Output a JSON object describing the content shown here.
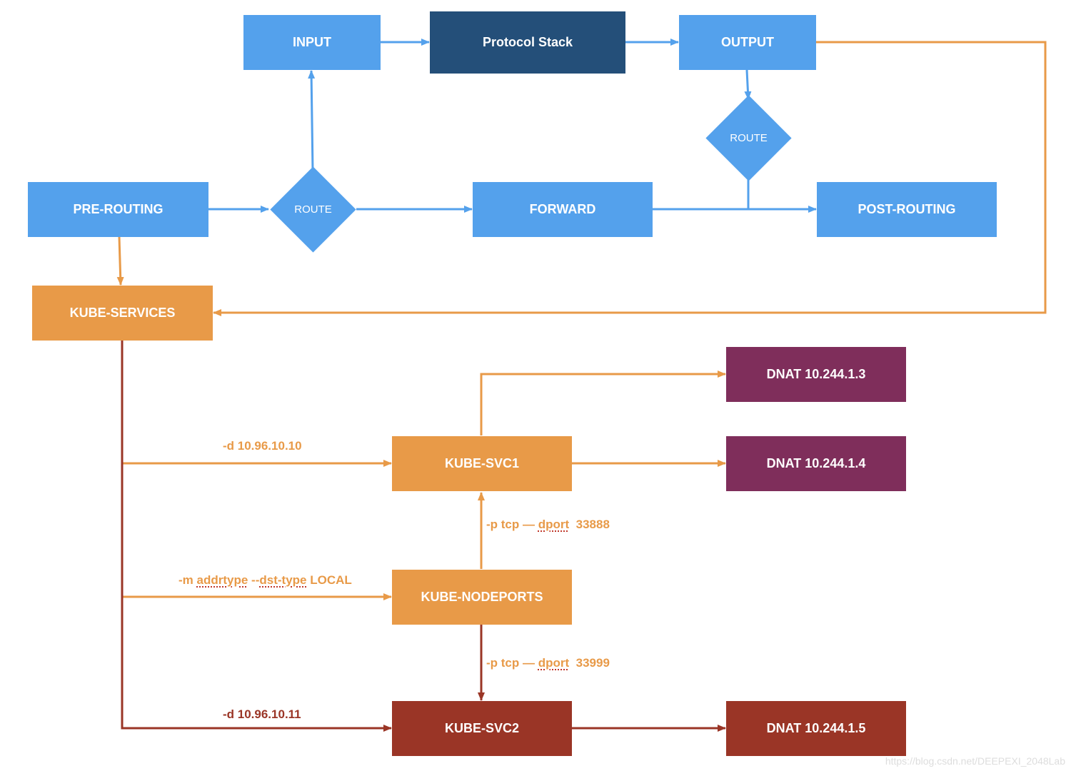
{
  "nodes": {
    "input": "INPUT",
    "protocol_stack": "Protocol Stack",
    "output": "OUTPUT",
    "route_top": "ROUTE",
    "pre_routing": "PRE-ROUTING",
    "route_mid": "ROUTE",
    "forward": "FORWARD",
    "post_routing": "POST-ROUTING",
    "kube_services": "KUBE-SERVICES",
    "dnat1": "DNAT 10.244.1.3",
    "kube_svc1": "KUBE-SVC1",
    "dnat2": "DNAT 10.244.1.4",
    "kube_nodeports": "KUBE-NODEPORTS",
    "kube_svc2": "KUBE-SVC2",
    "dnat3": "DNAT 10.244.1.5"
  },
  "edge_labels": {
    "svc1_rule": "-d 10.96.10.10",
    "svc1_port_prefix": "-p tcp —",
    "svc1_port_word": "dport",
    "svc1_port_num": "33888",
    "nodeports_prefix": "-m",
    "nodeports_word1": "addrtype",
    "nodeports_mid": "--",
    "nodeports_word2": "dst-type",
    "nodeports_suffix": "LOCAL",
    "svc2_port_prefix": "-p tcp —",
    "svc2_port_word": "dport",
    "svc2_port_num": "33999",
    "svc2_rule": "-d 10.96.10.11"
  },
  "watermark": "https://blog.csdn.net/DEEPEXI_2048Lab",
  "colors": {
    "blue": "#54a1ec",
    "navy": "#244f79",
    "orange": "#e89a48",
    "purple": "#7f2e5b",
    "red": "#9a3526"
  }
}
